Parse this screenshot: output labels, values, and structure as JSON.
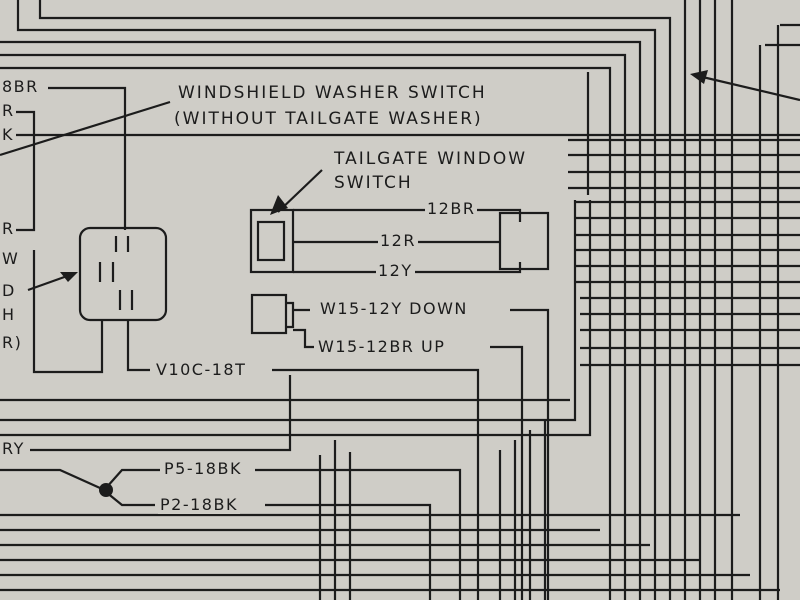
{
  "switches": {
    "washer": {
      "name": "WINDSHIELD WASHER SWITCH",
      "note": "(WITHOUT TAILGATE WASHER)"
    },
    "tailgate": {
      "line1": "TAILGATE WINDOW",
      "line2": "SWITCH"
    }
  },
  "wires": {
    "tailgate_br": "12BR",
    "tailgate_r": "12R",
    "tailgate_y": "12Y",
    "down": "W15-12Y DOWN",
    "up": "W15-12BR UP",
    "washer_t": "V10C-18T",
    "p5": "P5-18BK",
    "p2": "P2-18BK"
  },
  "cutoff_left": [
    "8BR",
    "R",
    "K",
    "R",
    "W",
    "D",
    "H",
    "R)",
    "RY"
  ],
  "colors": {
    "paper": "#cfcdc7",
    "ink": "#1c1c1c"
  }
}
